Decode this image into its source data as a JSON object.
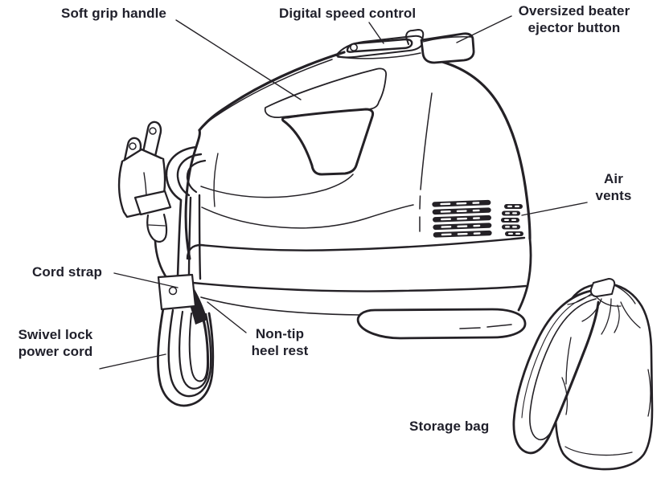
{
  "diagram": {
    "device": "Hand mixer parts diagram",
    "labels": {
      "soft_grip_handle": "Soft grip handle",
      "digital_speed_control": "Digital speed control",
      "beater_ejector": "Oversized beater\nejector button",
      "air_vents": "Air\nvents",
      "cord_strap": "Cord strap",
      "swivel_lock_power_cord": "Swivel lock\npower cord",
      "non_tip_heel_rest": "Non-tip\nheel rest",
      "storage_bag": "Storage bag"
    },
    "colors": {
      "ink": "#242126",
      "text": "#20202b",
      "background": "#ffffff"
    }
  }
}
